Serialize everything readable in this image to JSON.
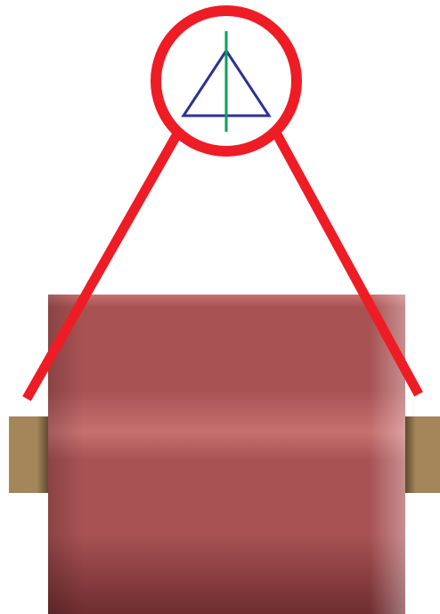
{
  "diagram": {
    "colors": {
      "background": "#ffffff",
      "sling_red": "#ee1c25",
      "triangle_blue": "#2e3192",
      "axis_green": "#00a651",
      "roll_body": "#a85253",
      "roll_highlight": "#c77070",
      "roll_shadow": "#6e2d30",
      "core_tan": "#a4865a",
      "core_dark": "#4b3a24"
    },
    "parts": [
      {
        "name": "sling-ring",
        "icon": "circle-ring"
      },
      {
        "name": "balance-indicator",
        "icon": "triangle-with-vertical-axis"
      },
      {
        "name": "left-sling-strap",
        "icon": "diagonal-line"
      },
      {
        "name": "right-sling-strap",
        "icon": "diagonal-line"
      },
      {
        "name": "roll",
        "icon": "cylinder"
      },
      {
        "name": "left-core-end",
        "icon": "cylinder-end"
      },
      {
        "name": "right-core-end",
        "icon": "cylinder-end"
      }
    ]
  }
}
